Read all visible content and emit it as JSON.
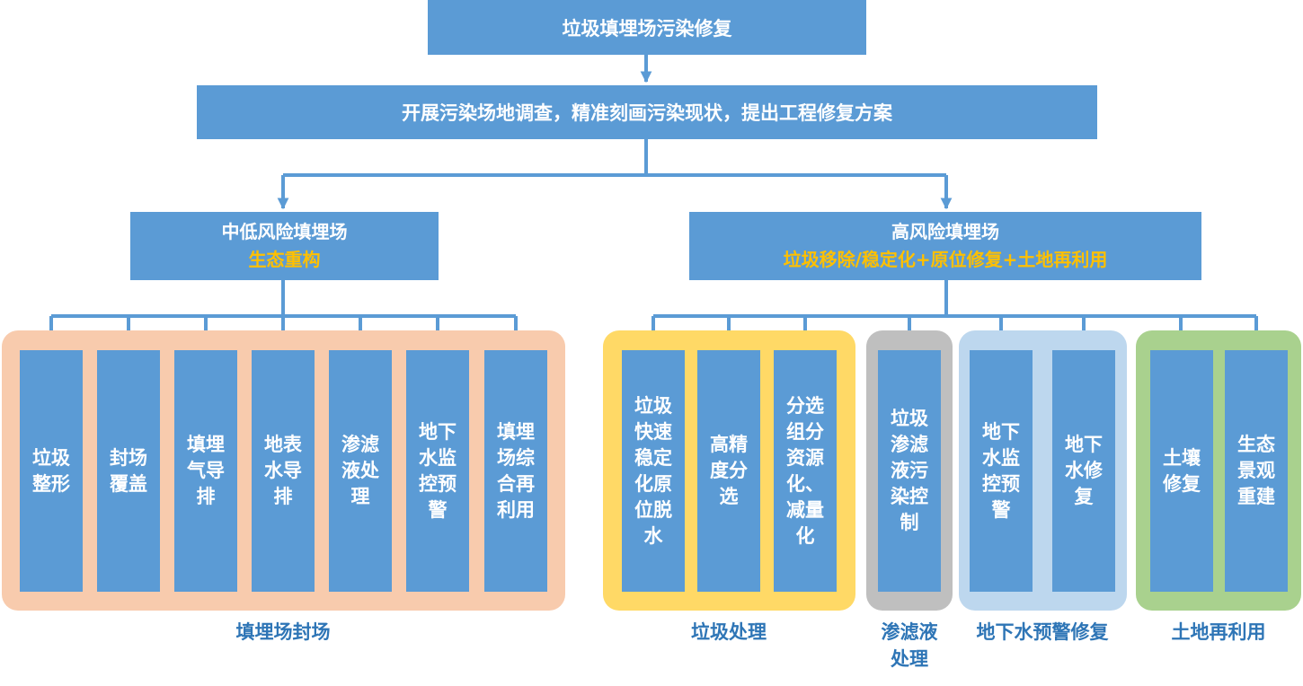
{
  "root": {
    "title": "垃圾填埋场污染修复"
  },
  "level2": {
    "text": "开展污染场地调查，精准刻画污染现状，提出工程修复方案"
  },
  "branches": [
    {
      "title": "中低风险填埋场",
      "subtitle": "生态重构"
    },
    {
      "title": "高风险填埋场",
      "subtitle": "垃圾移除/稳定化+原位修复+土地再利用"
    }
  ],
  "groups": [
    {
      "label": "填埋场封场",
      "color": "#f8cbad",
      "items": [
        "垃圾整形",
        "封场覆盖",
        "填埋气导排",
        "地表水导排",
        "渗滤液处理",
        "地下水监控预警",
        "填埋场综合再利用"
      ]
    },
    {
      "label": "垃圾处理",
      "color": "#ffd966",
      "items": [
        "垃圾快速稳定化原位脱水",
        "高精度分选",
        "分选组分资源化、减量化"
      ]
    },
    {
      "label": "渗滤液处理",
      "color": "#bfbfbf",
      "items": [
        "垃圾渗滤液污染控制"
      ]
    },
    {
      "label": "地下水预警修复",
      "color": "#bdd7ee",
      "items": [
        "地下水监控预警",
        "地下水修复"
      ]
    },
    {
      "label": "土地再利用",
      "color": "#a9d18e",
      "items": [
        "土壤修复",
        "生态景观重建"
      ]
    }
  ],
  "colors": {
    "box": "#5b9bd5",
    "highlight": "#ffc000",
    "label": "#2e75b6"
  }
}
